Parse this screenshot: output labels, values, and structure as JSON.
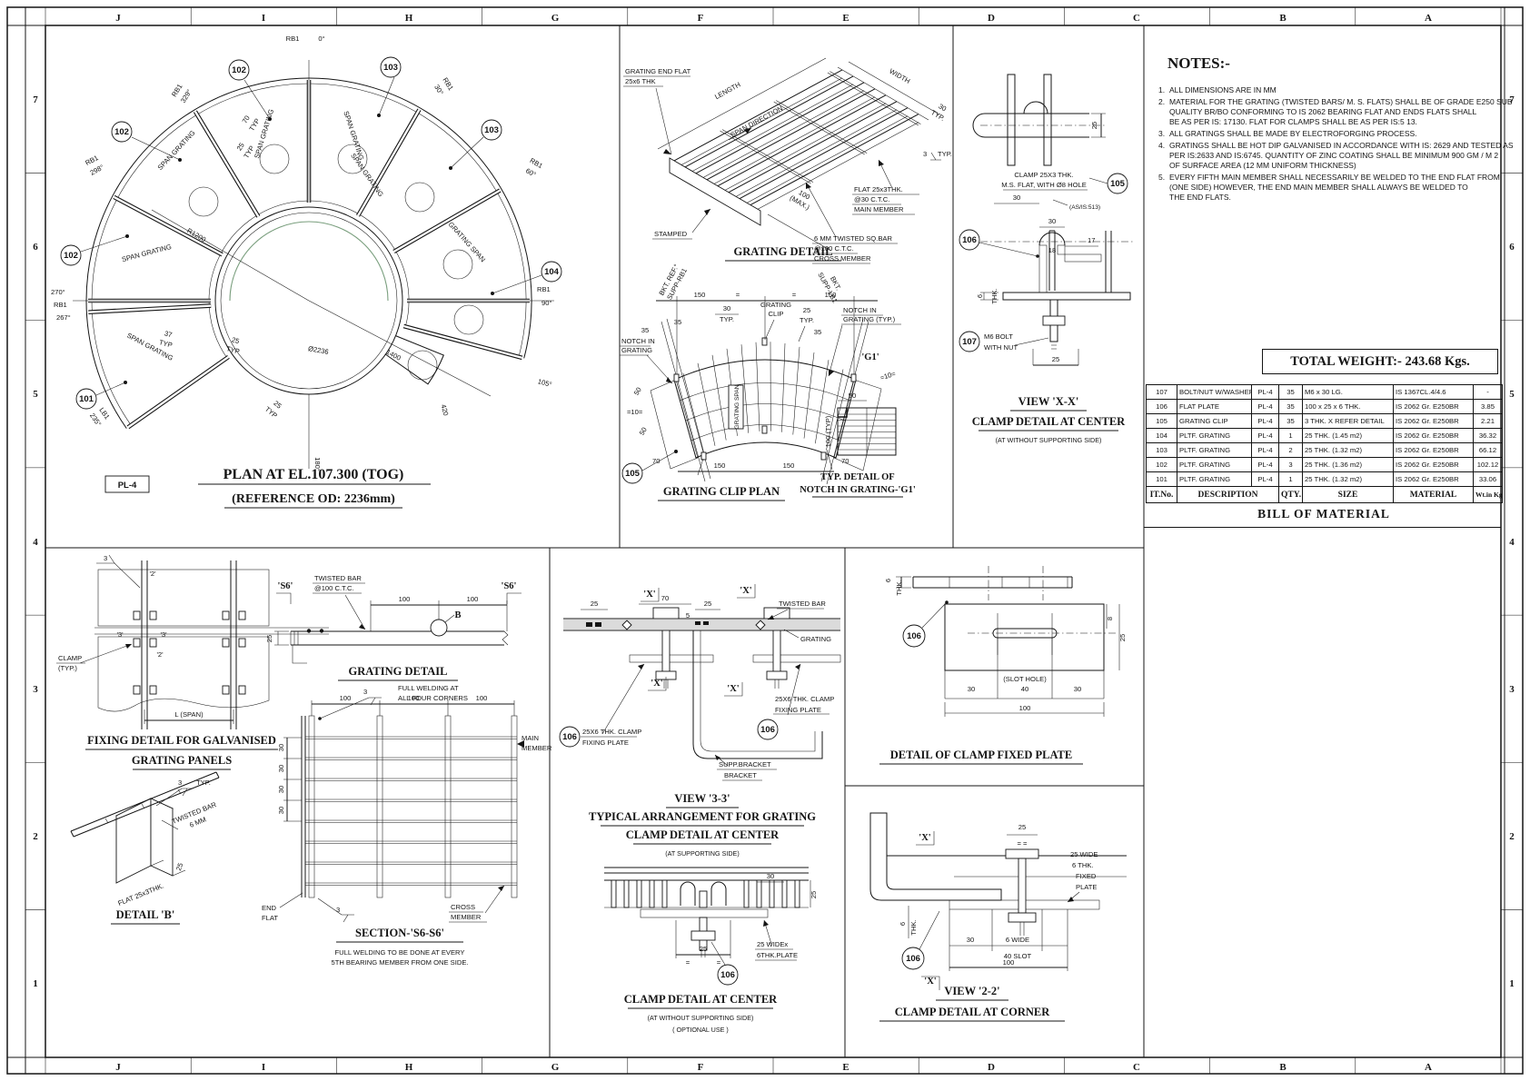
{
  "colors": {
    "line": "#141414",
    "paper": "#ffffff",
    "accent_green": "#4c7d52"
  },
  "frame": {
    "letters": [
      "J",
      "I",
      "H",
      "G",
      "F",
      "E",
      "D",
      "C",
      "B",
      "A"
    ],
    "numbers": [
      "7",
      "6",
      "5",
      "4",
      "3",
      "2",
      "1"
    ]
  },
  "plan": {
    "title": "PLAN AT EL.107.300 (TOG)",
    "subtitle": "(REFERENCE OD: 2236mm)",
    "tag": "PL-4",
    "rb1": "RB1",
    "lb1": "LB1",
    "a0": "0°",
    "a30": "30°",
    "a60": "60°",
    "a90": "90°",
    "a105": "105°",
    "a180": "180°",
    "a235": "235°",
    "a267": "267°",
    "a270": "270°",
    "a298": "298°",
    "a329": "329°",
    "span_grating": "SPAN GRATING",
    "grating_span": "GRATING SPAN",
    "r1200": "R1200",
    "od": "Ø2236",
    "d1400": "1400",
    "d420": "420",
    "d70": "70",
    "d37": "37",
    "d25": "25",
    "typ": "TYP",
    "b101": "101",
    "b102": "102",
    "b103": "103",
    "b104": "104"
  },
  "iso": {
    "title": "GRATING DETAIL",
    "end_flat1": "GRATING END FLAT",
    "end_flat2": "25x6 THK",
    "length": "LENGTH",
    "span_dir": "SPAN DIRECTION",
    "width": "WIDTH",
    "stamped": "STAMPED",
    "d100": "100",
    "max": "(MAX.)",
    "main1": "FLAT 25x3THK.",
    "main2": "@30 C.T.C.",
    "main3": "MAIN MEMBER",
    "cross1": "6 MM TWISTED SQ.BAR",
    "cross2": "@100 C.T.C.",
    "cross3": "CROSS MEMBER",
    "d30": "30",
    "typ": "TYP.",
    "w3": "3"
  },
  "clip": {
    "title": "GRATING CLIP PLAN",
    "bkt_l1": "BKT. REF.°",
    "bkt_l2": "SUPP-RB1",
    "bkt_r1": "BKT.",
    "bkt_r2": "SUPP-LB1",
    "d150": "150",
    "eq": "=",
    "d30": "30",
    "typ": "TYP.",
    "clip1": "GRATING",
    "clip2": "CLIP",
    "d25": "25",
    "notch1": "NOTCH IN",
    "notch2": "GRATING (TYP.)",
    "notch3": "GRATING",
    "d35": "35",
    "g1": "'G1'",
    "t10": "=10=",
    "d50": "50",
    "span": "GRATING SPAN",
    "d70": "70",
    "b105": "105",
    "nd_d50": "50",
    "nd_100": "100 (TYP)",
    "nd_t1": "TYP. DETAIL OF",
    "nd_t2": "NOTCH IN GRATING-'G1'"
  },
  "xx": {
    "clamp1": "CLAMP 25X3 THK.",
    "clamp2": "M.S. FLAT, WITH Ø8 HOLE",
    "b105": "105",
    "d25": "25",
    "d30": "30",
    "as_is": "(AS/IS:513)",
    "d18": "18",
    "d17": "17",
    "b106": "106",
    "thk1": "6",
    "thk2": "THK.",
    "b107": "107",
    "bolt1": "M6 BOLT",
    "bolt2": "WITH NUT",
    "t1": "VIEW 'X-X'",
    "t2": "CLAMP DETAIL AT CENTER",
    "t3": "(AT WITHOUT SUPPORTING SIDE)"
  },
  "notes": {
    "title": "NOTES:-",
    "items": [
      {
        "n": "1.",
        "lines": [
          "ALL DIMENSIONS ARE IN MM"
        ]
      },
      {
        "n": "2.",
        "lines": [
          "MATERIAL FOR THE GRATING (TWISTED BARS/ M. S. FLATS) SHALL BE OF GRADE E250 SUB",
          "QUALITY BR/BO CONFORMING TO IS 2062 BEARING FLAT AND ENDS FLATS SHALL",
          "BE AS PER IS: 17130. FLAT  FOR CLAMPS SHALL BE AS PER IS:5 13."
        ]
      },
      {
        "n": "3.",
        "lines": [
          "ALL GRATINGS SHALL BE MADE BY ELECTROFORGING PROCESS."
        ]
      },
      {
        "n": "4.",
        "lines": [
          "GRATINGS SHALL BE HOT DIP GALVANISED IN ACCORDANCE WITH IS: 2629 AND TESTED AS",
          "PER IS:2633 AND IS:6745. QUANTITY OF ZINC  COATING  SHALL  BE  MINIMUM  900  GM / M 2",
          "OF  SURFACE AREA (12 MM UNIFORM THICKNESS)"
        ]
      },
      {
        "n": "5.",
        "lines": [
          "EVERY FIFTH MAIN MEMBER SHALL NECESSARILY BE WELDED TO THE END FLAT FROM",
          "(ONE SIDE) HOWEVER, THE END MAIN MEMBER SHALL ALWAYS BE WELDED TO",
          "THE END FLATS."
        ]
      }
    ]
  },
  "weight": {
    "label": "TOTAL  WEIGHT:-   243.68   Kgs."
  },
  "bom": {
    "caption": "BILL  OF  MATERIAL",
    "headers": {
      "it": "IT.No.",
      "desc": "DESCRIPTION",
      "qty": "QTY.",
      "size": "SIZE",
      "mat": "MATERIAL",
      "wt": "Wt.in Kgs."
    },
    "rows": [
      {
        "it": "107",
        "desc": "BOLT/NUT W/WASHER",
        "ref": "PL-4",
        "qty": "35",
        "size": "M6 x 30 LG.",
        "mat": "IS 1367CL.4/4.6",
        "wt": "-"
      },
      {
        "it": "106",
        "desc": "FLAT PLATE",
        "ref": "PL-4",
        "qty": "35",
        "size": "100 x 25 x 6 THK.",
        "mat": "IS 2062 Gr. E250BR",
        "wt": "3.85"
      },
      {
        "it": "105",
        "desc": "GRATING CLIP",
        "ref": "PL-4",
        "qty": "35",
        "size": "3 THK. X REFER DETAIL",
        "mat": "IS 2062 Gr. E250BR",
        "wt": "2.21"
      },
      {
        "it": "104",
        "desc": "PLTF. GRATING",
        "ref": "PL-4",
        "qty": "1",
        "size": "25 THK. (1.45 m2)",
        "mat": "IS 2062 Gr. E250BR",
        "wt": "36.32"
      },
      {
        "it": "103",
        "desc": "PLTF. GRATING",
        "ref": "PL-4",
        "qty": "2",
        "size": "25 THK. (1.32 m2)",
        "mat": "IS 2062 Gr. E250BR",
        "wt": "66.12"
      },
      {
        "it": "102",
        "desc": "PLTF. GRATING",
        "ref": "PL-4",
        "qty": "3",
        "size": "25 THK. (1.36 m2)",
        "mat": "IS 2062 Gr. E250BR",
        "wt": "102.12"
      },
      {
        "it": "101",
        "desc": "PLTF. GRATING",
        "ref": "PL-4",
        "qty": "1",
        "size": "25 THK. (1.32 m2)",
        "mat": "IS 2062 Gr. E250BR",
        "wt": "33.06"
      }
    ]
  },
  "fix": {
    "t1": "FIXING  DETAIL  FOR  GALVANISED",
    "t2": "GRATING  PANELS",
    "m2": "'2'",
    "m3": "'3'",
    "clamp1": "CLAMP",
    "clamp2": "(TYP.)",
    "span": "L  (SPAN)",
    "w3": "3"
  },
  "s6": {
    "title": "GRATING  DETAIL",
    "s6": "'S6'",
    "tb1": "TWISTED BAR",
    "tb2": "@100 C.T.C.",
    "d100": "100",
    "d25": "25",
    "b": "B"
  },
  "sec": {
    "title": "SECTION-'S6-S6'",
    "weld1": "FULL WELDING AT",
    "weld2": "ALL FOUR CORNERS",
    "w3": "3",
    "d100": "100",
    "d30": "30",
    "main1": "MAIN",
    "main2": "MEMBER",
    "cross1": "CROSS",
    "cross2": "MEMBER",
    "end1": "END",
    "end2": "FLAT",
    "note1": "FULL WELDING TO BE DONE AT EVERY",
    "note2": "5TH BEARING MEMBER FROM ONE SIDE."
  },
  "db": {
    "title": "DETAIL  'B'",
    "w3": "3",
    "typ": "TYP.",
    "tb1": "TWISTED  BAR",
    "tb2": "6  MM",
    "d25": "25",
    "flat": "FLAT  25x3THK."
  },
  "v33": {
    "x": "'X'",
    "d25": "25",
    "d70": "70",
    "d5": "5",
    "eqq": "= =",
    "tb": "TWISTED BAR",
    "grating": "GRATING",
    "b106": "106",
    "cl1": "25X6 THK. CLAMP",
    "cl2": "FIXING PLATE",
    "sb1": "SUPP.BRACKET",
    "sb2": "BRACKET",
    "t1": "VIEW  '3-3'",
    "t2": "TYPICAL  ARRANGEMENT  FOR  GRATING",
    "t3": "CLAMP  DETAIL  AT  CENTER",
    "t4": "(AT SUPPORTING SIDE)"
  },
  "cdc": {
    "d30": "30",
    "d25": "25",
    "pl1": "25 WIDEx",
    "pl2": "6THK.PLATE",
    "b106": "106",
    "eq": "=",
    "t1": "CLAMP  DETAIL  AT  CENTER",
    "t2": "(AT WITHOUT SUPPORTING SIDE)",
    "t3": "( OPTIONAL USE )"
  },
  "cfp": {
    "thk1": "6",
    "thk2": "THK.",
    "b106": "106",
    "slot": "(SLOT HOLE)",
    "d30": "30",
    "d40": "40",
    "d100": "100",
    "d8": "8",
    "d25": "25",
    "title": "DETAIL  OF  CLAMP  FIXED  PLATE"
  },
  "v22": {
    "x": "'X'",
    "d25": "25",
    "eqq": "= =",
    "thk1": "6",
    "thk2": "THK.",
    "b106": "106",
    "d30": "30",
    "w6": "6  WIDE",
    "slot40": "40  SLOT",
    "d100": "100",
    "fp1": "25 WIDE",
    "fp2": "6 THK.",
    "fp3": "FIXED",
    "fp4": "PLATE",
    "t1": "VIEW  '2-2'",
    "t2": "CLAMP  DETAIL  AT  CORNER"
  }
}
